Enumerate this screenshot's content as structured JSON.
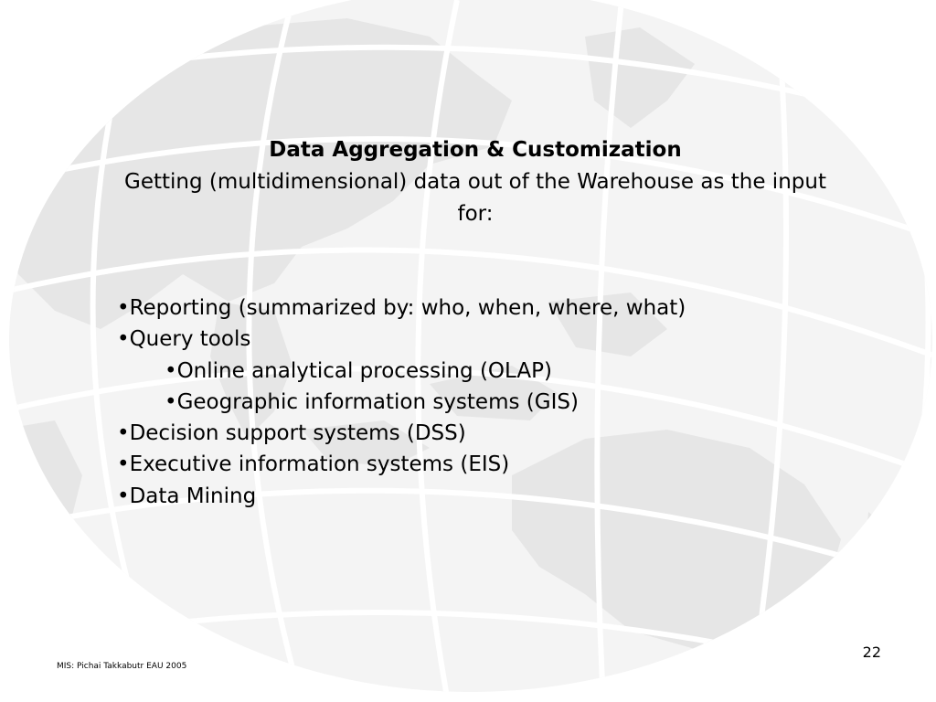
{
  "slide": {
    "title": "Data Aggregation & Customization",
    "subtitle": "Getting (multidimensional) data out of the Warehouse as the input for:",
    "bullets": [
      {
        "text": "•Reporting (summarized by: who, when, where, what)",
        "level": 1
      },
      {
        "text": "•Query tools",
        "level": 1
      },
      {
        "text": "•Online analytical processing (OLAP)",
        "level": 2
      },
      {
        "text": "•Geographic information systems (GIS)",
        "level": 2
      },
      {
        "text": "•Decision support systems (DSS)",
        "level": 1
      },
      {
        "text": "•Executive information systems (EIS)",
        "level": 1
      },
      {
        "text": "•Data Mining",
        "level": 1
      }
    ],
    "page_number": "22",
    "footer": "MIS:  Pichai Takkabutr EAU 2005"
  },
  "background": {
    "icon": "globe-icon",
    "land_color": "#e6e6e6",
    "grid_color": "#ffffff"
  }
}
